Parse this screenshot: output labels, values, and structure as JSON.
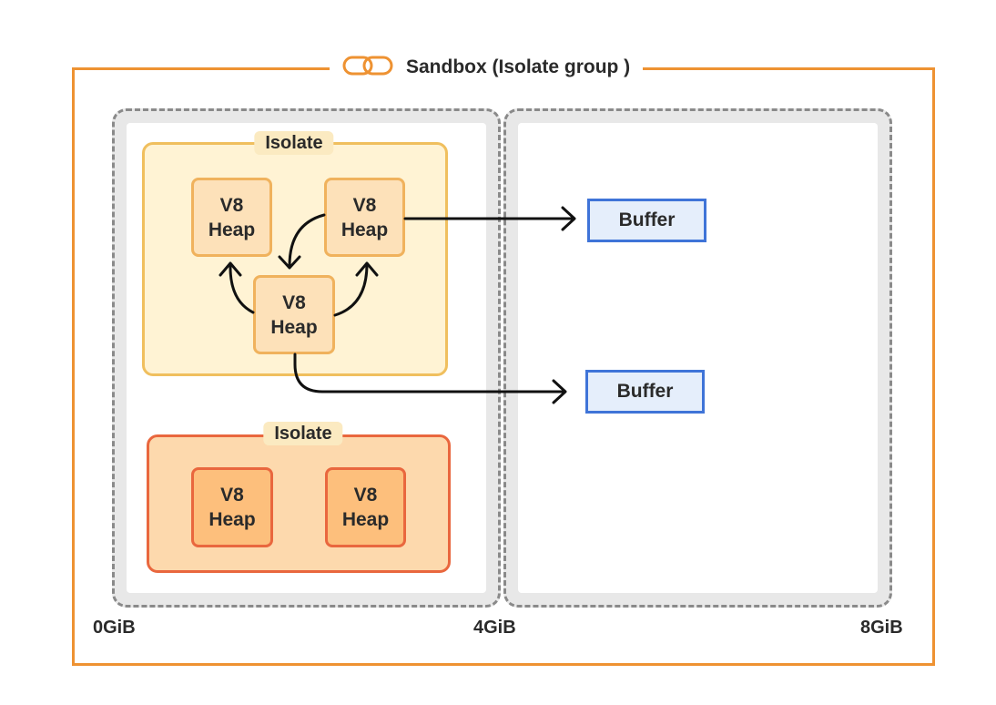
{
  "sandbox": {
    "title": "Sandbox (Isolate group )",
    "icon": "link-icon"
  },
  "isolates": [
    {
      "label": "Isolate",
      "heaps": [
        "V8\nHeap",
        "V8\nHeap",
        "V8\nHeap"
      ]
    },
    {
      "label": "Isolate",
      "heaps": [
        "V8\nHeap",
        "V8\nHeap"
      ]
    }
  ],
  "buffers": [
    "Buffer",
    "Buffer"
  ],
  "axis": {
    "start": "0GiB",
    "middle": "4GiB",
    "end": "8GiB"
  },
  "colors": {
    "sandbox_border": "#ee9232",
    "isolate1_fill": "#fff3d4",
    "isolate2_fill": "#fdd9ad",
    "buffer_border": "#3f74d8"
  }
}
